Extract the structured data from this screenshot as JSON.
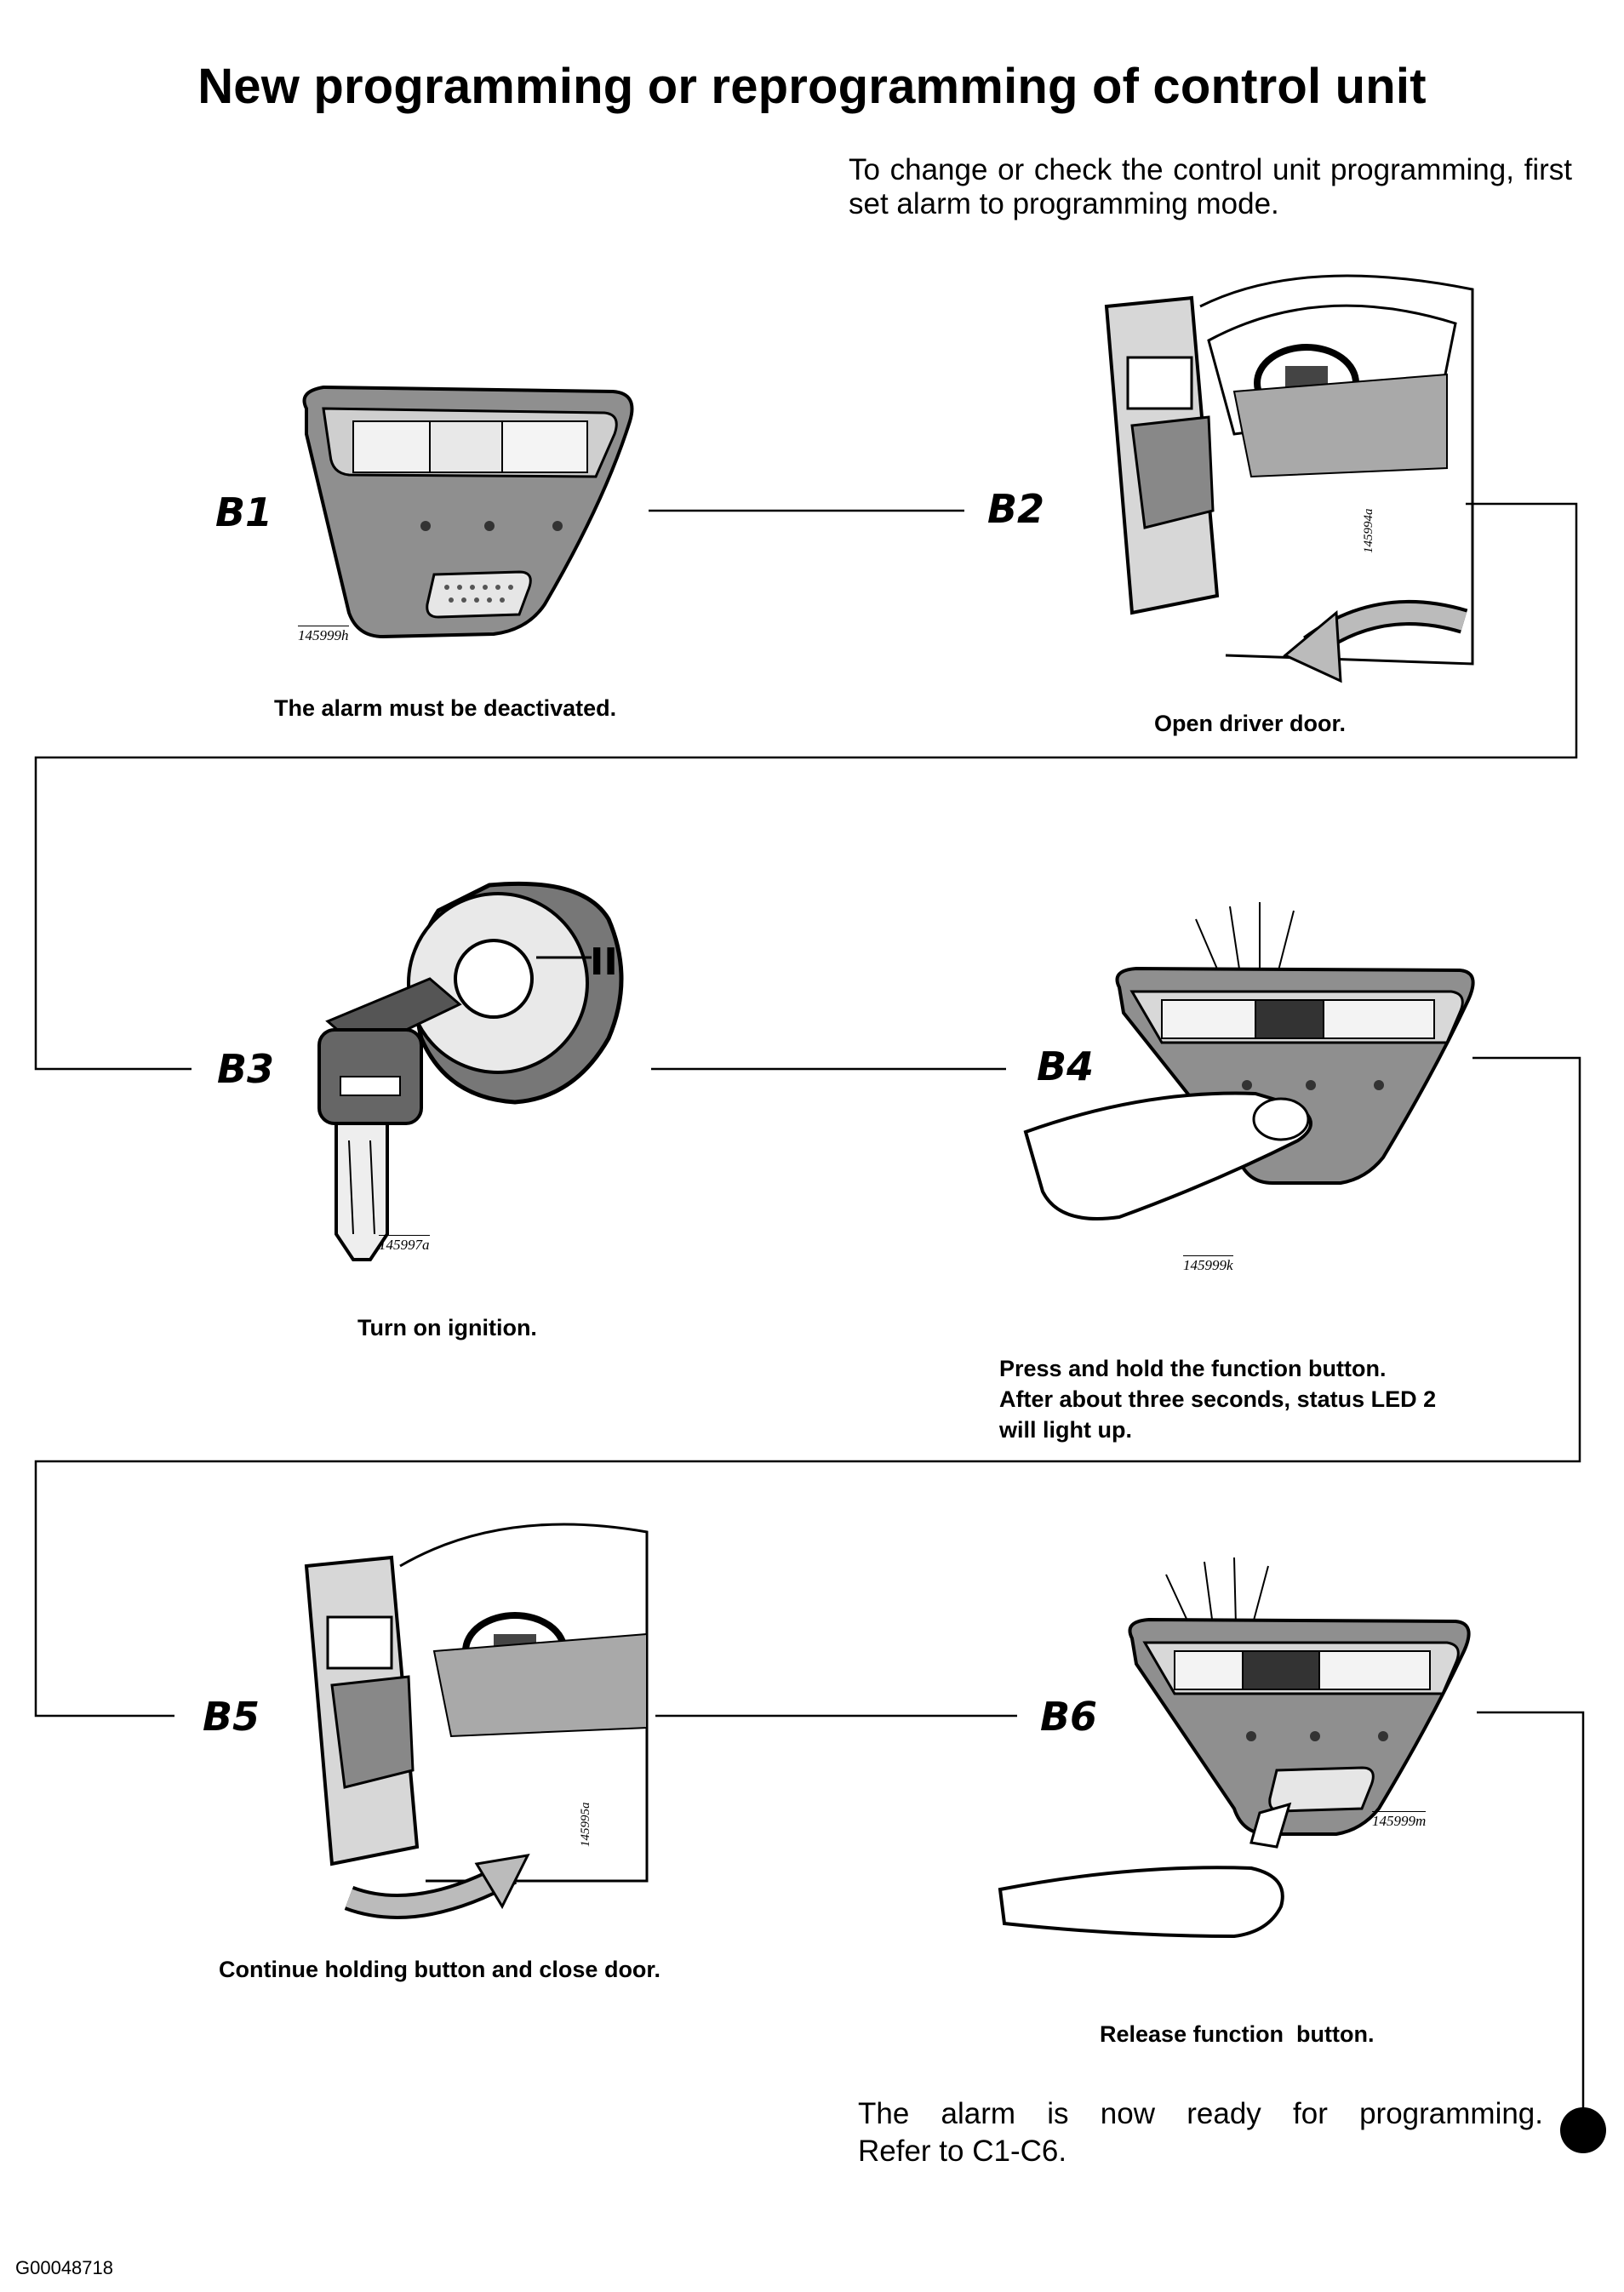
{
  "title": "New programming or reprogramming of control unit",
  "intro": "To change or check the control unit programming, first set alarm to programming mode.",
  "steps": [
    {
      "label": "B1",
      "caption": "The alarm must be deactivated.",
      "figure": "145999h"
    },
    {
      "label": "B2",
      "caption": "Open driver door.",
      "figure": "145994a"
    },
    {
      "label": "B3",
      "caption": "Turn on ignition.",
      "figure": "145997a",
      "position_marker": "II"
    },
    {
      "label": "B4",
      "caption": "Press and hold the function button. After about three seconds, status LED 2 will light up.",
      "figure": "145999k"
    },
    {
      "label": "B5",
      "caption": "Continue holding button and close door.",
      "figure": "145995a"
    },
    {
      "label": "B6",
      "caption": "Release function  button.",
      "figure": "145999m"
    }
  ],
  "final_line1": "The alarm is now ready for programming.",
  "final_line2": "Refer to C1-C6.",
  "doc_id": "G00048718",
  "icons": [
    "alarm-panel-icon",
    "open-door-icon",
    "ignition-key-icon",
    "alarm-panel-press-icon",
    "close-door-icon",
    "alarm-panel-release-icon",
    "end-dot-icon"
  ]
}
